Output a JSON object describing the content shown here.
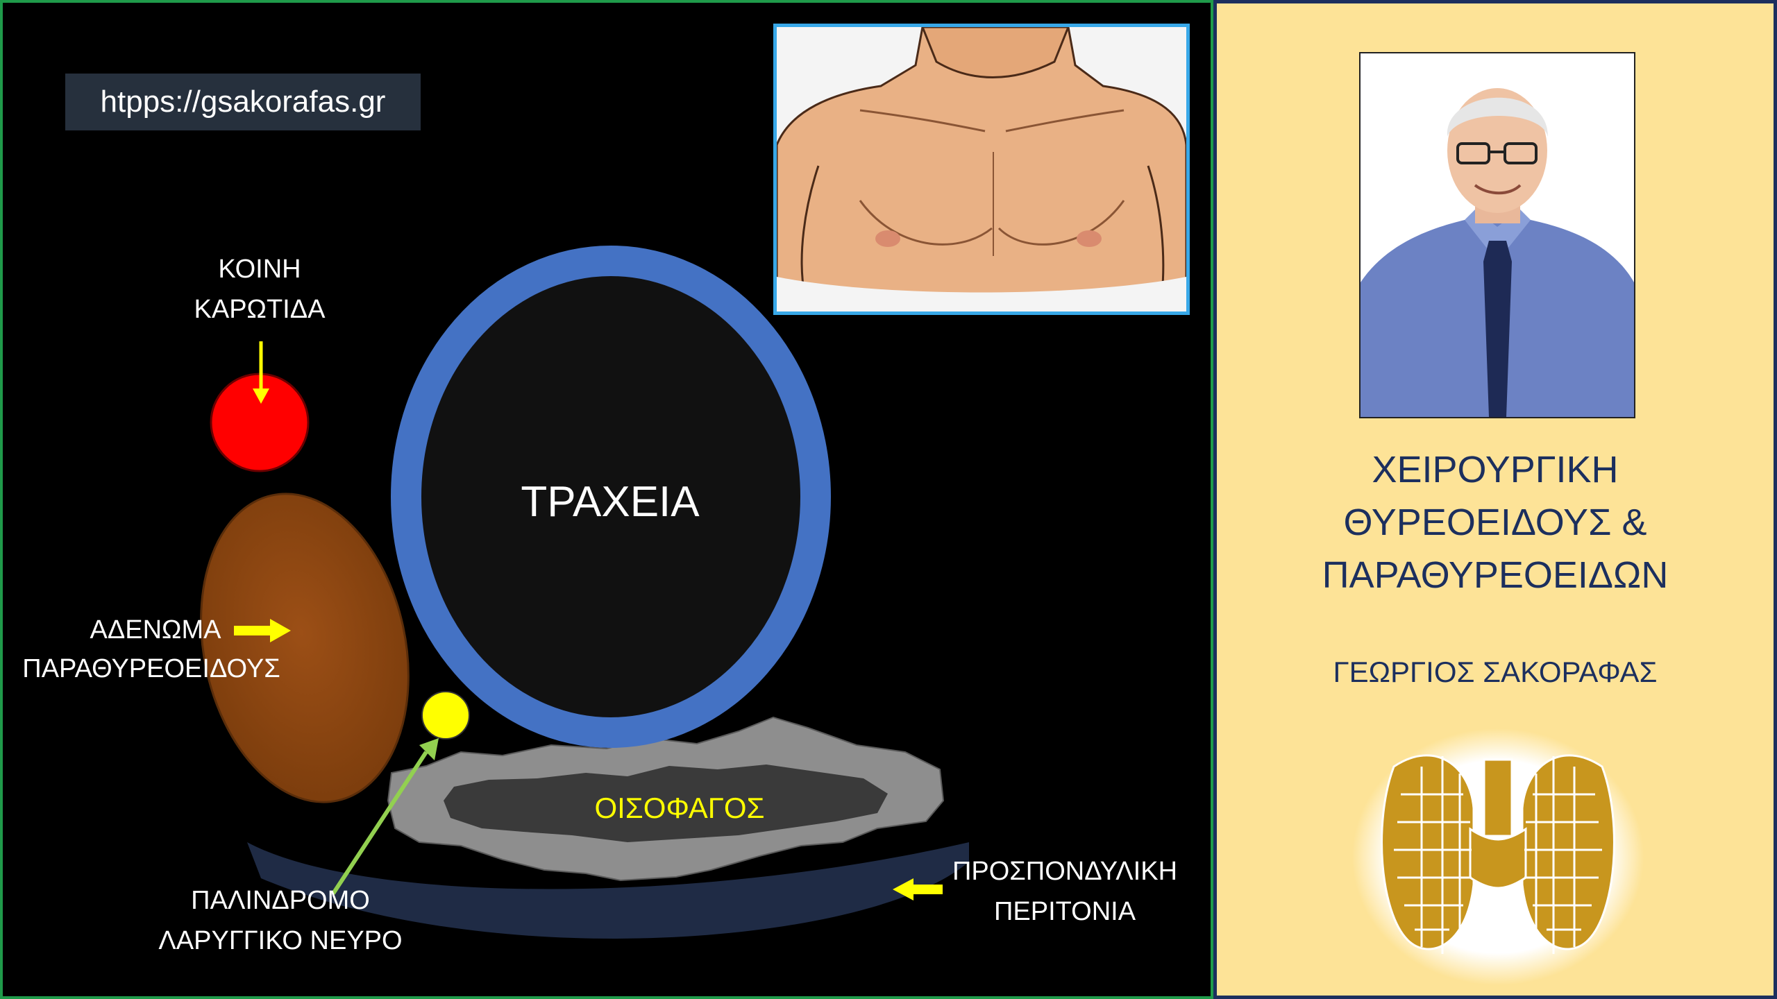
{
  "diagram": {
    "url": "htpps://gsakorafas.gr",
    "labels": {
      "carotid_line1": "ΚΟΙΝΗ",
      "carotid_line2": "ΚΑΡΩΤΙΔΑ",
      "adenoma_line1": "ΑΔΕΝΩΜΑ",
      "adenoma_line2": "ΠΑΡΑΘΥΡΕΟΕΙΔΟΥΣ",
      "trachea": "ΤΡΑΧΕΙΑ",
      "esophagus": "ΟΙΣΟΦΑΓΟΣ",
      "nerve_line1": "ΠΑΛΙΝΔΡΟΜΟ",
      "nerve_line2": "ΛΑΡΥΓΓΙΚΟ ΝΕΥΡΟ",
      "fascia_line1": "ΠΡΟΣΠΟΝΔΥΛΙΚΗ",
      "fascia_line2": "ΠΕΡΙΤΟΝΙΑ"
    },
    "colors": {
      "carotid": "#ff0000",
      "adenoma": "#8b4513",
      "trachea_ring": "#4472c4",
      "nerve": "#ffff00",
      "esophagus_text": "#ffff00",
      "arrow_yellow": "#ffff00",
      "arrow_green": "#92d050"
    }
  },
  "sidebar": {
    "title_line1": "ΧΕΙΡΟΥΡΓΙΚΗ",
    "title_line2": "ΘΥΡΕΟΕΙΔΟΥΣ &",
    "title_line3": "ΠΑΡΑΘΥΡΕΟΕΙΔΩΝ",
    "author": "ΓΕΩΡΓΙΟΣ ΣΑΚΟΡΑΦΑΣ",
    "colors": {
      "background": "#fde397",
      "text": "#1c2f5e",
      "thyroid": "#c8961e"
    }
  }
}
